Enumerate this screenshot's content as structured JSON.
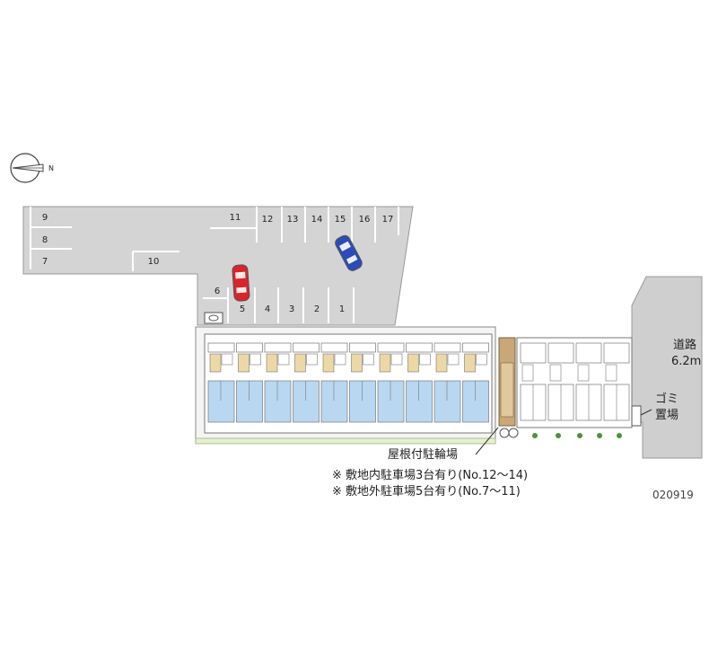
{
  "compass": {
    "mark": "N"
  },
  "parking_slots": [
    "1",
    "2",
    "3",
    "4",
    "5",
    "6",
    "7",
    "8",
    "9",
    "10",
    "11",
    "12",
    "13",
    "14",
    "15",
    "16",
    "17"
  ],
  "road": {
    "line1": "道路",
    "line2": "6.2m"
  },
  "garbage": {
    "line1": "ゴミ",
    "line2": "置場"
  },
  "bicycle_label": "屋根付駐輪場",
  "notes": [
    "※ 敷地内駐車場3台有り(No.12～14)",
    "※ 敷地外駐車場5台有り(No.7～11)"
  ],
  "map_code": "020919",
  "colors": {
    "lot": "#d4d4d4",
    "road": "#cfcfcf",
    "room_blue": "#b9d7f0",
    "room_beige": "#ecd8a6",
    "car_red": "#d9242b",
    "car_blue": "#2b4bb8"
  }
}
